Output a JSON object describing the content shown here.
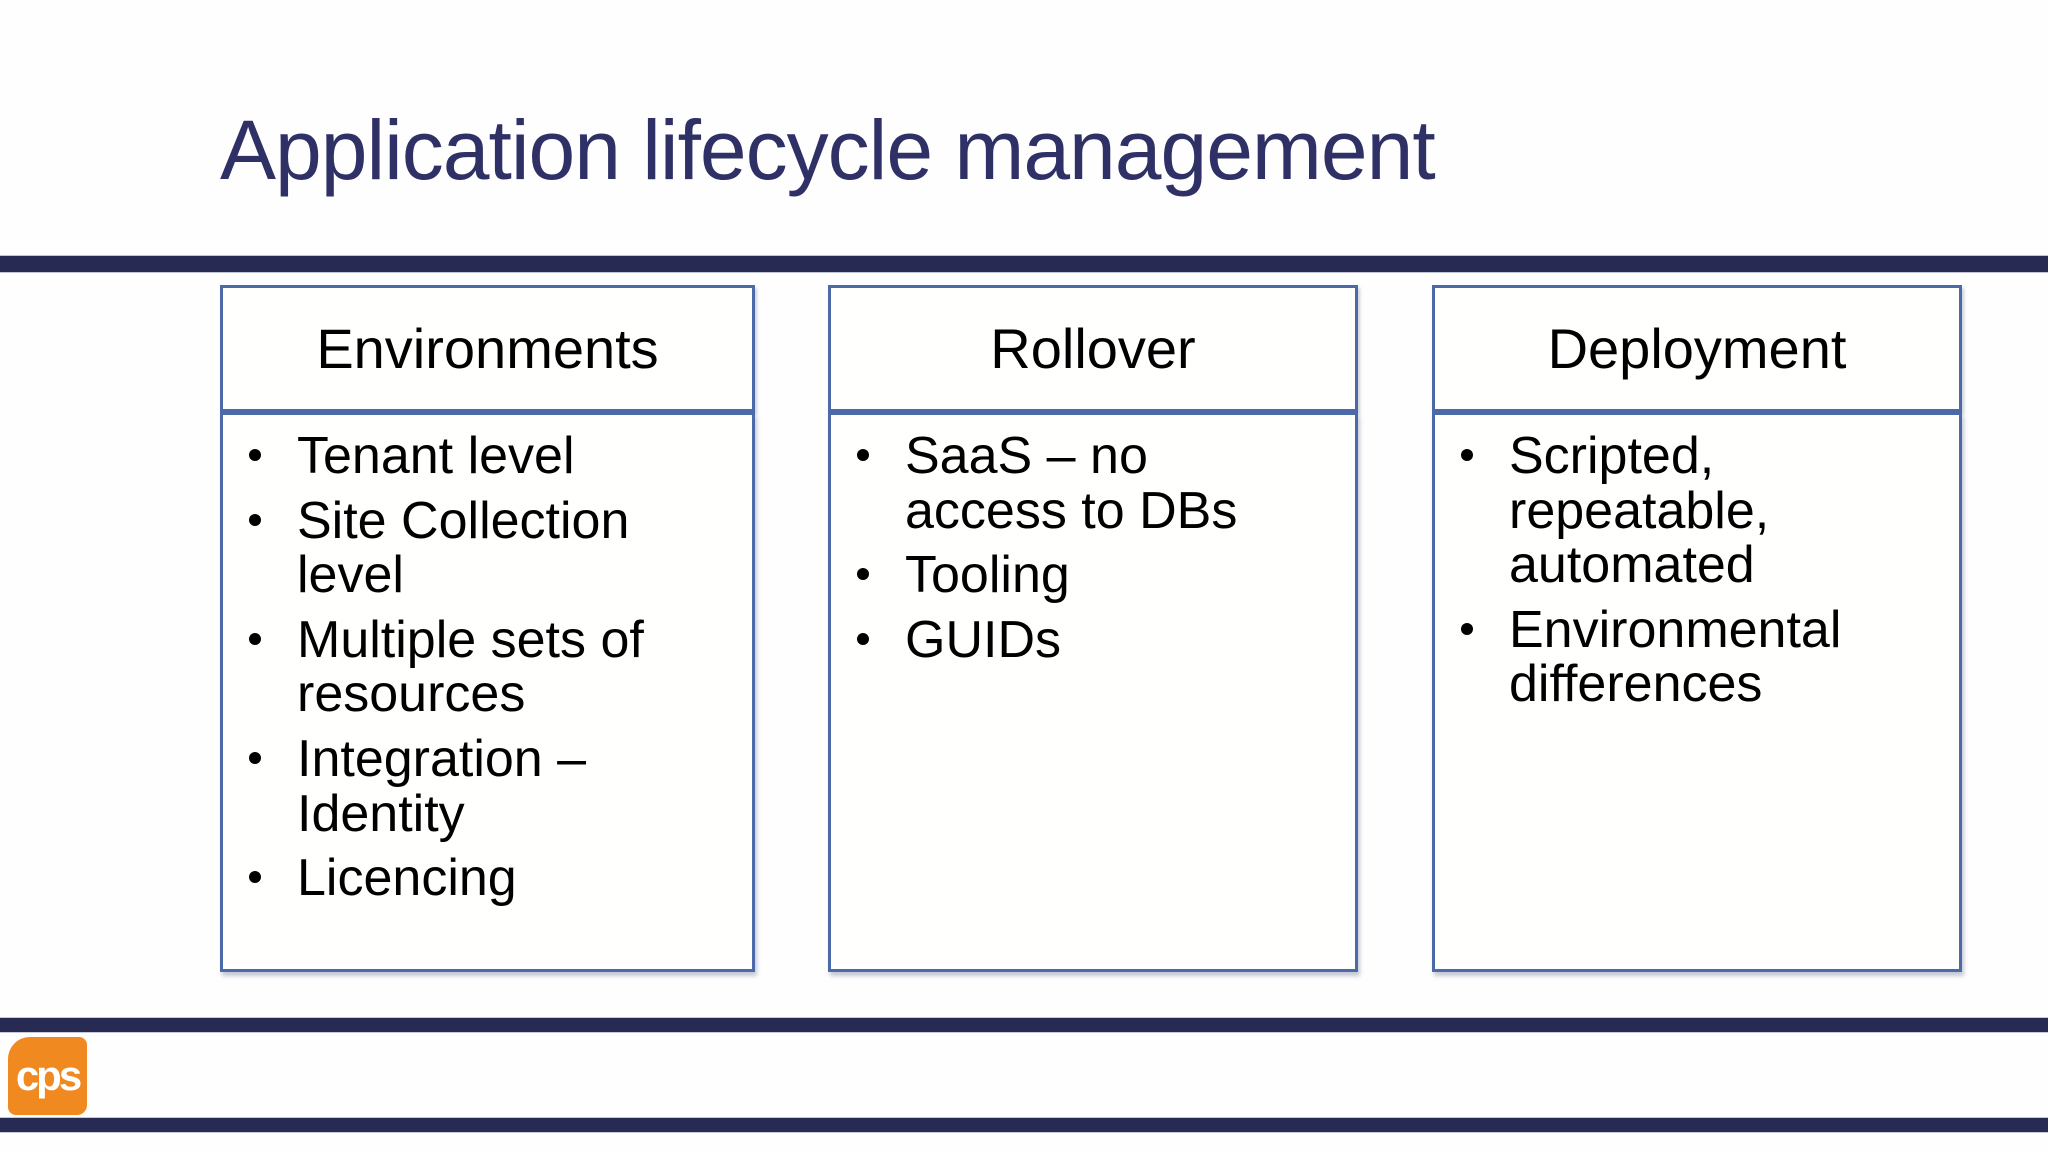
{
  "slide": {
    "title": "Application lifecycle management",
    "columns": [
      {
        "header": "Environments",
        "bullets": [
          "Tenant level",
          "Site Collection level",
          "Multiple sets of resources",
          "Integration – Identity",
          "Licencing"
        ]
      },
      {
        "header": "Rollover",
        "bullets": [
          "SaaS – no access to DBs",
          "Tooling",
          "GUIDs"
        ]
      },
      {
        "header": "Deployment",
        "bullets": [
          "Scripted, repeatable, automated",
          "Environmental differences"
        ]
      }
    ],
    "footer": {
      "logo_text": "cps"
    },
    "colors": {
      "title_text": "#2f3166",
      "rule_navy": "#272a52",
      "panel_border": "#4c69a8",
      "logo_orange": "#f0891f",
      "body_text": "#000000",
      "background": "#ffffff"
    }
  }
}
